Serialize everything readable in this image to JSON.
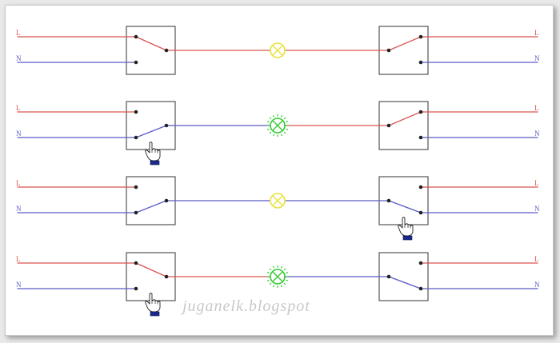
{
  "colors": {
    "live": "#d9534f",
    "neutral": "#5b5bc8",
    "lamp_off": "#e8e23a",
    "lamp_on": "#33cc33",
    "box": "#444444",
    "hand_cuff": "#1a2a8a"
  },
  "labels": {
    "live": "L",
    "neutral": "N"
  },
  "watermark": "juganelk.blogspot",
  "rows": [
    {
      "left_switch": "L",
      "right_switch": "L",
      "lamp_on": false,
      "hand_left": false,
      "hand_right": false
    },
    {
      "left_switch": "N",
      "right_switch": "L",
      "lamp_on": true,
      "hand_left": true,
      "hand_right": false
    },
    {
      "left_switch": "N",
      "right_switch": "N",
      "lamp_on": false,
      "hand_left": false,
      "hand_right": true
    },
    {
      "left_switch": "L",
      "right_switch": "N",
      "lamp_on": true,
      "hand_left": true,
      "hand_right": false
    }
  ]
}
